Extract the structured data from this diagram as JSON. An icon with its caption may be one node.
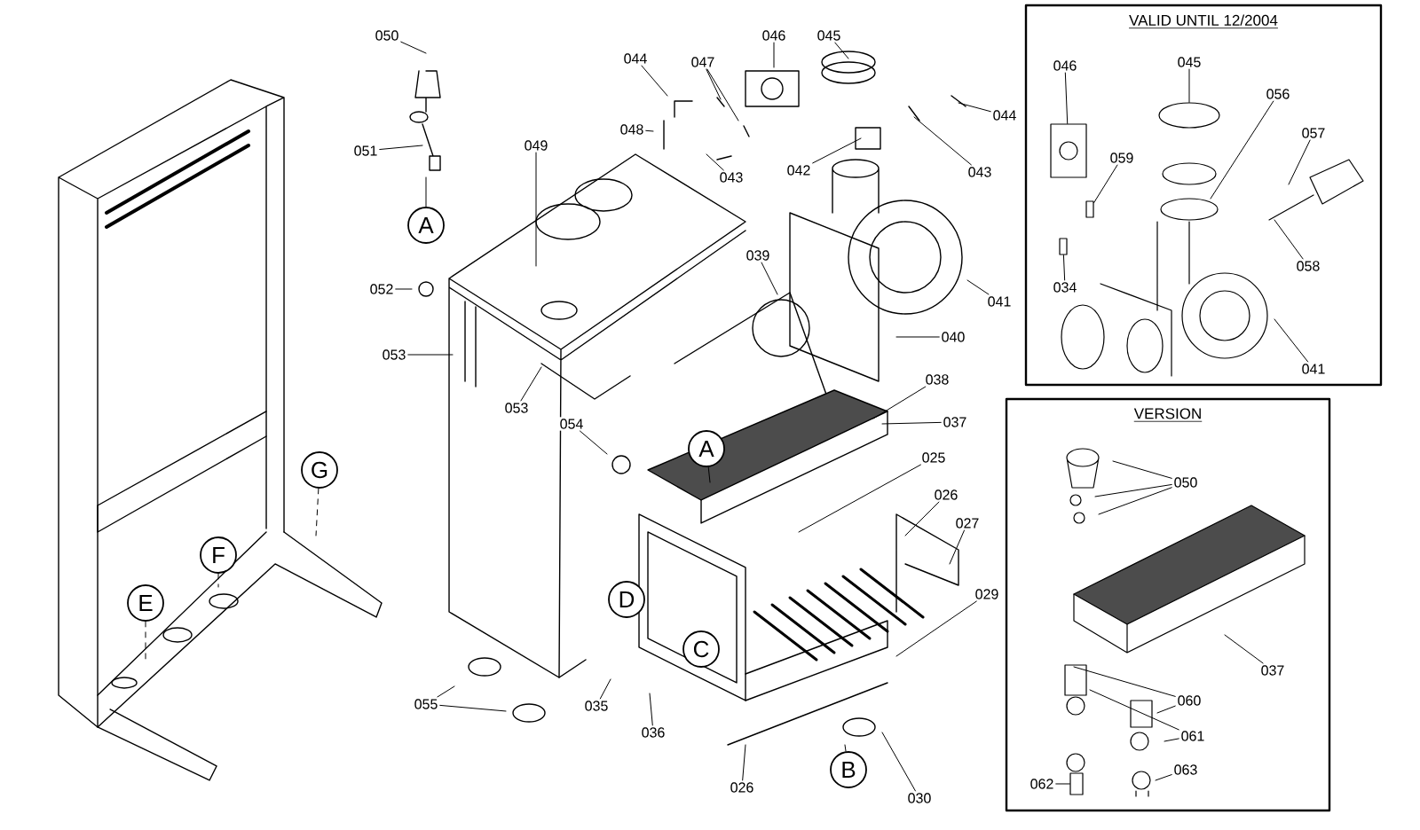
{
  "diagram": {
    "nodes": [
      {
        "text": [
          "VALID UNTIL 12/2004"
        ]
      },
      {
        "text": [
          "VERSION"
        ]
      },
      {
        "text": [
          "050"
        ]
      },
      {
        "text": [
          "051"
        ]
      },
      {
        "text": [
          "A"
        ]
      },
      {
        "text": [
          "052"
        ]
      },
      {
        "text": [
          "053"
        ]
      },
      {
        "text": [
          "049"
        ]
      },
      {
        "text": [
          "053"
        ]
      },
      {
        "text": [
          "044"
        ]
      },
      {
        "text": [
          "048"
        ]
      },
      {
        "text": [
          "047"
        ]
      },
      {
        "text": [
          "043"
        ]
      },
      {
        "text": [
          "046"
        ]
      },
      {
        "text": [
          "045"
        ]
      },
      {
        "text": [
          "042"
        ]
      },
      {
        "text": [
          "044"
        ]
      },
      {
        "text": [
          "043"
        ]
      },
      {
        "text": [
          "041"
        ]
      },
      {
        "text": [
          "039"
        ]
      },
      {
        "text": [
          "040"
        ]
      },
      {
        "text": [
          "038"
        ]
      },
      {
        "text": [
          "037"
        ]
      },
      {
        "text": [
          "025"
        ]
      },
      {
        "text": [
          "026"
        ]
      },
      {
        "text": [
          "027"
        ]
      },
      {
        "text": [
          "A"
        ]
      },
      {
        "text": [
          "054"
        ]
      },
      {
        "text": [
          "D"
        ]
      },
      {
        "text": [
          "C"
        ]
      },
      {
        "text": [
          "029"
        ]
      },
      {
        "text": [
          "055"
        ]
      },
      {
        "text": [
          "035"
        ]
      },
      {
        "text": [
          "036"
        ]
      },
      {
        "text": [
          "026"
        ]
      },
      {
        "text": [
          "B"
        ]
      },
      {
        "text": [
          "030"
        ]
      },
      {
        "text": [
          "E"
        ]
      },
      {
        "text": [
          "F"
        ]
      },
      {
        "text": [
          "G"
        ]
      },
      {
        "text": [
          "046"
        ],
        "in": 0
      },
      {
        "text": [
          "045"
        ],
        "in": 0
      },
      {
        "text": [
          "056"
        ],
        "in": 0
      },
      {
        "text": [
          "057"
        ],
        "in": 0
      },
      {
        "text": [
          "059"
        ],
        "in": 0
      },
      {
        "text": [
          "034"
        ],
        "in": 0
      },
      {
        "text": [
          "058"
        ],
        "in": 0
      },
      {
        "text": [
          "041"
        ],
        "in": 0
      },
      {
        "text": [
          "050"
        ],
        "in": 1
      },
      {
        "text": [
          "037"
        ],
        "in": 1
      },
      {
        "text": [
          "060"
        ],
        "in": 1
      },
      {
        "text": [
          "061"
        ],
        "in": 1
      },
      {
        "text": [
          "062"
        ],
        "in": 1
      },
      {
        "text": [
          "063"
        ],
        "in": 1
      },
      {
        "text": [],
        "shape": "circle",
        "in": 0
      },
      {
        "text": [],
        "shape": "bar",
        "in": 1
      },
      {
        "text": [],
        "shape": "box",
        "in": 0
      },
      {
        "text": [],
        "shape": "bar",
        "in": 0
      },
      {
        "text": [],
        "shape": "bar",
        "in": 0
      }
    ],
    "edges": [
      {
        "from": 2,
        "to": null,
        "arrow": "none"
      },
      {
        "from": 3,
        "to": null,
        "arrow": "none"
      },
      {
        "from": 4,
        "to": null,
        "arrow": "none"
      },
      {
        "from": 5,
        "to": null,
        "arrow": "none"
      },
      {
        "from": 6,
        "to": null,
        "arrow": "none"
      },
      {
        "from": 7,
        "to": null,
        "arrow": "none"
      },
      {
        "from": 8,
        "to": null,
        "arrow": "none"
      },
      {
        "from": 9,
        "to": null,
        "arrow": "none"
      },
      {
        "from": 10,
        "to": null,
        "arrow": "none"
      },
      {
        "from": 11,
        "to": null,
        "arrow": "none"
      },
      {
        "from": 11,
        "to": null,
        "arrow": "none"
      },
      {
        "from": 12,
        "to": null,
        "arrow": "none"
      },
      {
        "from": 13,
        "to": null,
        "arrow": "none"
      },
      {
        "from": 14,
        "to": null,
        "arrow": "none"
      },
      {
        "from": 15,
        "to": null,
        "arrow": "none"
      },
      {
        "from": 16,
        "to": null,
        "arrow": "none"
      },
      {
        "from": 17,
        "to": null,
        "arrow": "none"
      },
      {
        "from": 18,
        "to": null,
        "arrow": "none"
      },
      {
        "from": 19,
        "to": null,
        "arrow": "none"
      },
      {
        "from": 20,
        "to": null,
        "arrow": "none"
      },
      {
        "from": 21,
        "to": null,
        "arrow": "none"
      },
      {
        "from": 22,
        "to": null,
        "arrow": "none"
      },
      {
        "from": 23,
        "to": null,
        "arrow": "none"
      },
      {
        "from": 24,
        "to": null,
        "arrow": "none"
      },
      {
        "from": 25,
        "to": null,
        "arrow": "none"
      },
      {
        "from": 26,
        "to": null,
        "arrow": "none"
      },
      {
        "from": 27,
        "to": null,
        "arrow": "none"
      },
      {
        "from": 30,
        "to": null,
        "arrow": "none"
      },
      {
        "from": 31,
        "to": null,
        "arrow": "none"
      },
      {
        "from": 31,
        "to": null,
        "arrow": "none"
      },
      {
        "from": 32,
        "to": null,
        "arrow": "none"
      },
      {
        "from": 33,
        "to": null,
        "arrow": "none"
      },
      {
        "from": 34,
        "to": null,
        "arrow": "none"
      },
      {
        "from": 35,
        "to": null,
        "arrow": "none"
      },
      {
        "from": 36,
        "to": null,
        "arrow": "none"
      },
      {
        "from": 37,
        "to": null,
        "arrow": "none",
        "style": "dashed"
      },
      {
        "from": 38,
        "to": null,
        "arrow": "none",
        "style": "dashed"
      },
      {
        "from": 39,
        "to": null,
        "arrow": "none",
        "style": "dashed"
      },
      {
        "from": 40,
        "to": 56,
        "arrow": "none"
      },
      {
        "from": 41,
        "to": 54,
        "arrow": "none"
      },
      {
        "from": 42,
        "to": null,
        "arrow": "none"
      },
      {
        "from": 43,
        "to": null,
        "arrow": "none"
      },
      {
        "from": 44,
        "to": 57,
        "arrow": "none"
      },
      {
        "from": 45,
        "to": 58,
        "arrow": "none"
      },
      {
        "from": 46,
        "to": null,
        "arrow": "none"
      },
      {
        "from": 47,
        "to": null,
        "arrow": "none"
      },
      {
        "from": 48,
        "to": null,
        "arrow": "none"
      },
      {
        "from": 48,
        "to": null,
        "arrow": "none"
      },
      {
        "from": 48,
        "to": null,
        "arrow": "none"
      },
      {
        "from": 49,
        "to": null,
        "arrow": "none"
      },
      {
        "from": 50,
        "to": null,
        "arrow": "none"
      },
      {
        "from": 50,
        "to": null,
        "arrow": "none"
      },
      {
        "from": 51,
        "to": null,
        "arrow": "none"
      },
      {
        "from": 51,
        "to": null,
        "arrow": "none"
      },
      {
        "from": 52,
        "to": 55,
        "arrow": "none"
      },
      {
        "from": 53,
        "to": null,
        "arrow": "none"
      }
    ]
  }
}
